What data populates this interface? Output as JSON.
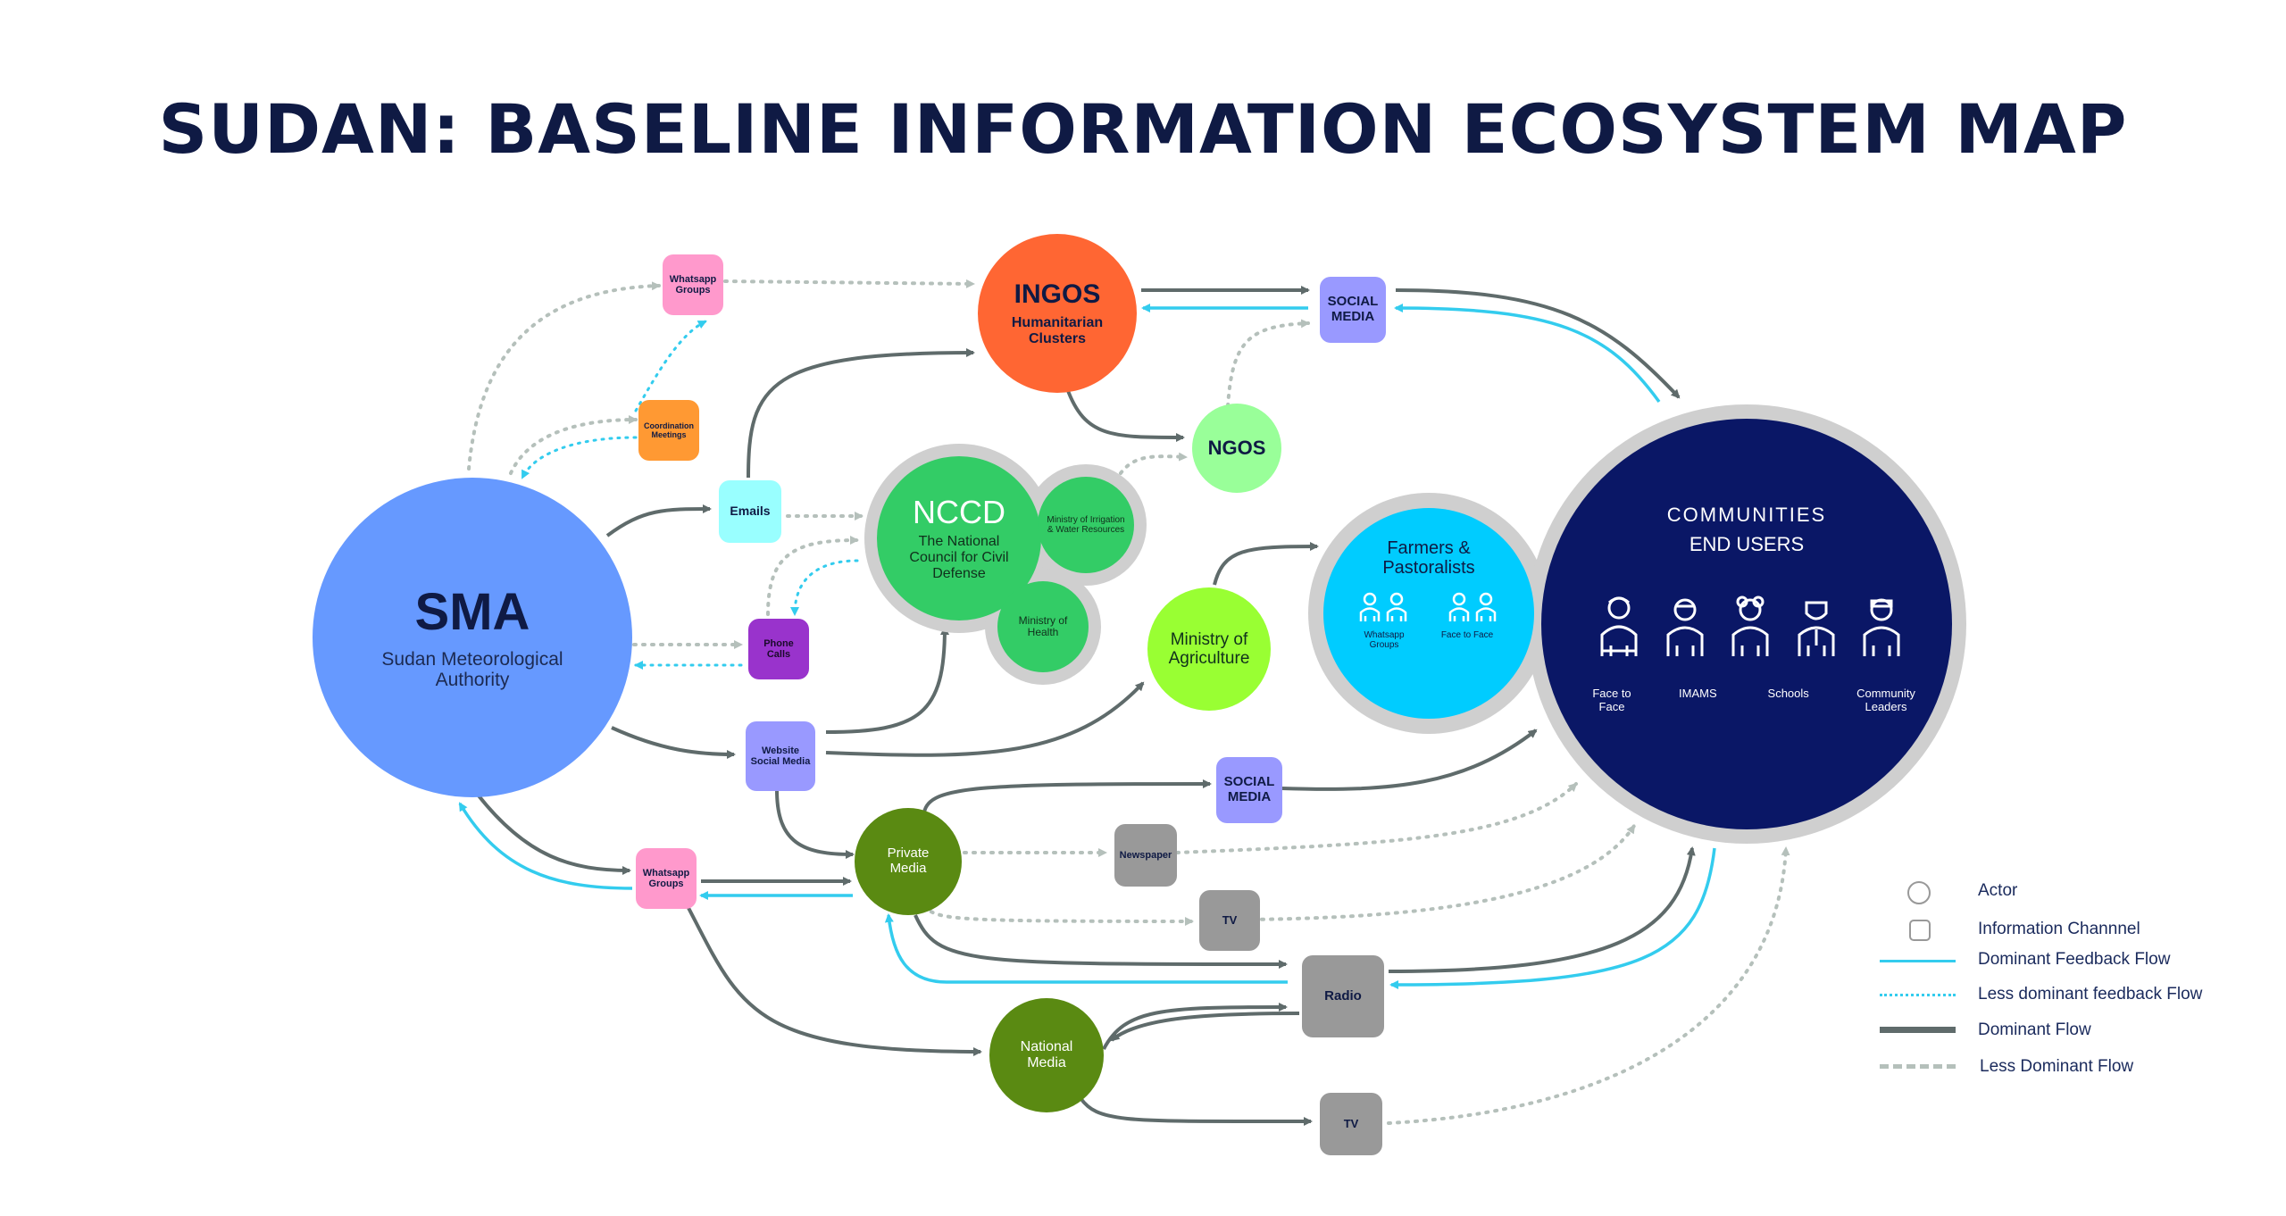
{
  "title": "SUDAN: BASELINE INFORMATION ECOSYSTEM MAP",
  "actors": {
    "sma": {
      "name": "SMA",
      "sub": "Sudan Meteorological Authority",
      "color": "#6699ff"
    },
    "ingos": {
      "name": "INGOS",
      "sub": "Humanitarian Clusters",
      "color": "#ff6633"
    },
    "ngos": {
      "name": "NGOS",
      "color": "#99ff99"
    },
    "nccd": {
      "name": "NCCD",
      "sub": "The National Council for Civil Defense",
      "color": "#33cc66"
    },
    "ministry_irrigation": {
      "name": "Ministry of Irrigation & Water Resources",
      "color": "#33cc66"
    },
    "ministry_health": {
      "name": "Ministry of Health",
      "color": "#33cc66"
    },
    "ministry_agriculture": {
      "name": "Ministry of Agriculture",
      "color": "#99ff33"
    },
    "farmers": {
      "name": "Farmers & Pastoralists",
      "sub1": "Whatsapp Groups",
      "sub2": "Face to Face",
      "color": "#00ccff"
    },
    "communities": {
      "name": "COMMUNITIES",
      "sub": "END USERS",
      "color": "#0a1766",
      "groups": [
        "Face to Face",
        "IMAMS",
        "Schools",
        "Community Leaders"
      ]
    },
    "private_media": {
      "name": "Private Media",
      "color": "#5a8a12"
    },
    "national_media": {
      "name": "National Media",
      "color": "#5a8a12"
    }
  },
  "channels": {
    "whatsapp_top": {
      "label": "Whatsapp Groups",
      "color": "#ff99cc"
    },
    "coordination": {
      "label": "Coordination Meetings",
      "color": "#ff9933"
    },
    "emails": {
      "label": "Emails",
      "color": "#99ffff"
    },
    "phone": {
      "label": "Phone Calls",
      "color": "#9933cc"
    },
    "website": {
      "label": "Website Social Media",
      "color": "#9999ff"
    },
    "whatsapp_bottom": {
      "label": "Whatsapp Groups",
      "color": "#ff99cc"
    },
    "social_top": {
      "label": "SOCIAL MEDIA",
      "color": "#9999ff"
    },
    "social_mid": {
      "label": "SOCIAL MEDIA",
      "color": "#9999ff"
    },
    "newspaper": {
      "label": "Newspaper",
      "color": "#999999"
    },
    "tv_mid": {
      "label": "TV",
      "color": "#999999"
    },
    "radio": {
      "label": "Radio",
      "color": "#999999"
    },
    "tv_bottom": {
      "label": "TV",
      "color": "#999999"
    }
  },
  "legend": {
    "actor": "Actor",
    "channel": "Information Channnel",
    "dominant_feedback": "Dominant Feedback Flow",
    "less_feedback": "Less dominant feedback Flow",
    "dominant_flow": "Dominant Flow",
    "less_flow": "Less Dominant Flow"
  },
  "colors": {
    "flow": "#5f6b6b",
    "less_flow": "#b5c0bb",
    "feedback": "#33ccee",
    "title": "#0f1a44"
  }
}
